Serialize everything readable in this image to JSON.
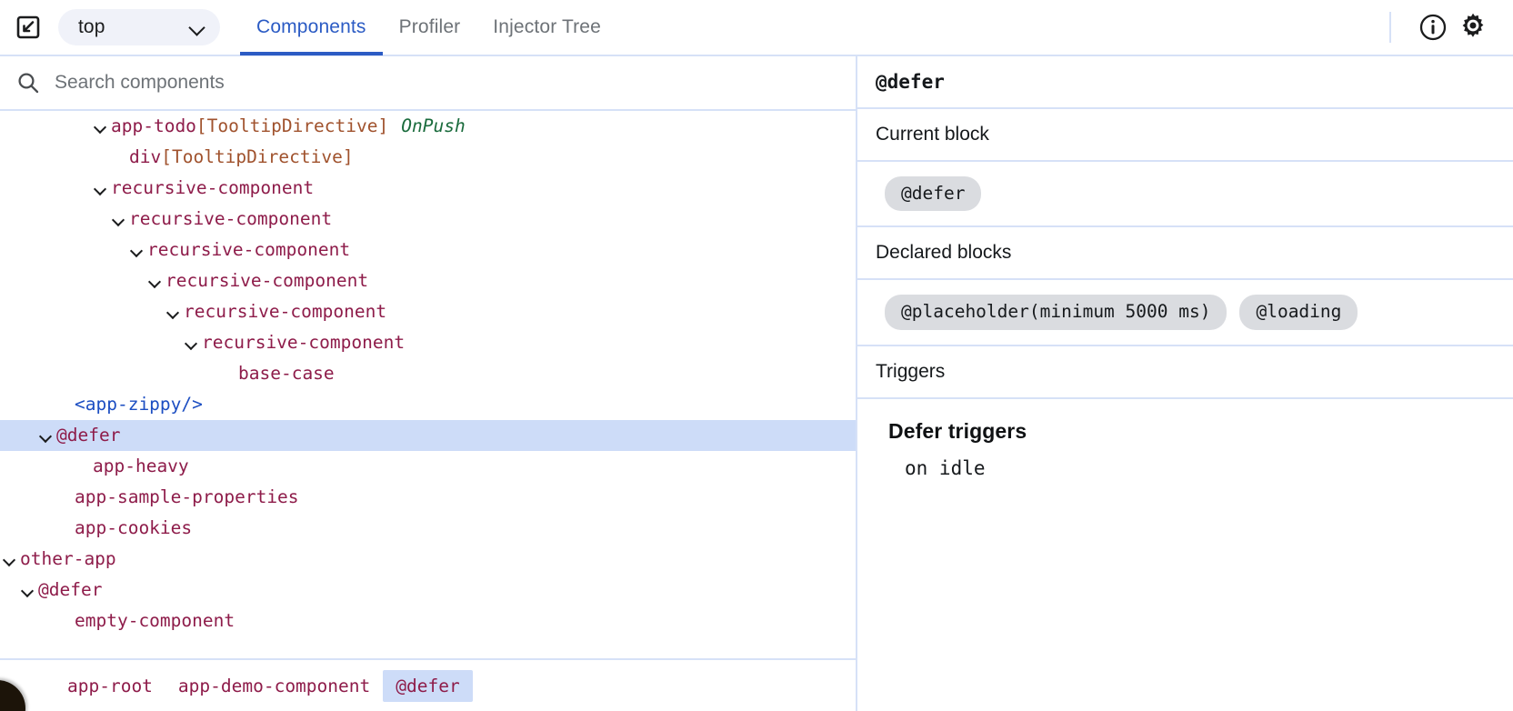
{
  "toolbar": {
    "select_frame_icon": "select-element-icon",
    "frame_select_value": "top",
    "chevron_icon": "chevron-down-icon",
    "tabs": [
      {
        "label": "Components",
        "active": true
      },
      {
        "label": "Profiler",
        "active": false
      },
      {
        "label": "Injector Tree",
        "active": false
      }
    ],
    "info_icon": "info-circle-icon",
    "settings_icon": "gear-icon"
  },
  "search": {
    "icon": "search-icon",
    "placeholder": "Search components",
    "value": ""
  },
  "tree": {
    "rows": [
      {
        "indent": 5,
        "toggle": "open",
        "name": "app-todo",
        "directive": "[TooltipDirective]",
        "flag": "OnPush",
        "kind": "component",
        "selected": false
      },
      {
        "indent": 6,
        "toggle": "none",
        "name": "div",
        "directive": "[TooltipDirective]",
        "flag": "",
        "kind": "component",
        "selected": false
      },
      {
        "indent": 5,
        "toggle": "open",
        "name": "recursive-component",
        "directive": "",
        "flag": "",
        "kind": "component",
        "selected": false
      },
      {
        "indent": 6,
        "toggle": "open",
        "name": "recursive-component",
        "directive": "",
        "flag": "",
        "kind": "component",
        "selected": false
      },
      {
        "indent": 7,
        "toggle": "open",
        "name": "recursive-component",
        "directive": "",
        "flag": "",
        "kind": "component",
        "selected": false
      },
      {
        "indent": 8,
        "toggle": "open",
        "name": "recursive-component",
        "directive": "",
        "flag": "",
        "kind": "component",
        "selected": false
      },
      {
        "indent": 9,
        "toggle": "open",
        "name": "recursive-component",
        "directive": "",
        "flag": "",
        "kind": "component",
        "selected": false
      },
      {
        "indent": 10,
        "toggle": "open",
        "name": "recursive-component",
        "directive": "",
        "flag": "",
        "kind": "component",
        "selected": false
      },
      {
        "indent": 12,
        "toggle": "none",
        "name": "base-case",
        "directive": "",
        "flag": "",
        "kind": "component",
        "selected": false
      },
      {
        "indent": 3,
        "toggle": "none",
        "name": "<app-zippy/>",
        "directive": "",
        "flag": "",
        "kind": "projection",
        "selected": false
      },
      {
        "indent": 2,
        "toggle": "open",
        "name": "@defer",
        "directive": "",
        "flag": "",
        "kind": "component",
        "selected": true
      },
      {
        "indent": 4,
        "toggle": "none",
        "name": "app-heavy",
        "directive": "",
        "flag": "",
        "kind": "component",
        "selected": false
      },
      {
        "indent": 3,
        "toggle": "none",
        "name": "app-sample-properties",
        "directive": "",
        "flag": "",
        "kind": "component",
        "selected": false
      },
      {
        "indent": 3,
        "toggle": "none",
        "name": "app-cookies",
        "directive": "",
        "flag": "",
        "kind": "component",
        "selected": false
      },
      {
        "indent": 0,
        "toggle": "open",
        "name": "other-app",
        "directive": "",
        "flag": "",
        "kind": "component",
        "selected": false
      },
      {
        "indent": 1,
        "toggle": "open",
        "name": "@defer",
        "directive": "",
        "flag": "",
        "kind": "component",
        "selected": false
      },
      {
        "indent": 3,
        "toggle": "none",
        "name": "empty-component",
        "directive": "",
        "flag": "",
        "kind": "component",
        "selected": false
      }
    ]
  },
  "breadcrumb": {
    "items": [
      {
        "label": "app-root",
        "active": false
      },
      {
        "label": "app-demo-component",
        "active": false
      },
      {
        "label": "@defer",
        "active": true
      }
    ]
  },
  "detail": {
    "title": "@defer",
    "sections": [
      {
        "header": "Current block",
        "chips": [
          "@defer"
        ]
      },
      {
        "header": "Declared blocks",
        "chips": [
          "@placeholder(minimum 5000 ms)",
          "@loading"
        ]
      }
    ],
    "triggers_header": "Triggers",
    "triggers_subtitle": "Defer triggers",
    "triggers": [
      "on idle"
    ]
  },
  "colors": {
    "accent_blue": "#2b5bc4",
    "selection_blue": "#cddcf8",
    "divider_blue": "#d6e1f7",
    "node_maroon": "#8e1c4a",
    "node_directive_brown": "#a0522d",
    "node_flag_green": "#1a6b3c",
    "node_projection_blue": "#1c4ec2",
    "chip_gray": "#dadce0"
  }
}
